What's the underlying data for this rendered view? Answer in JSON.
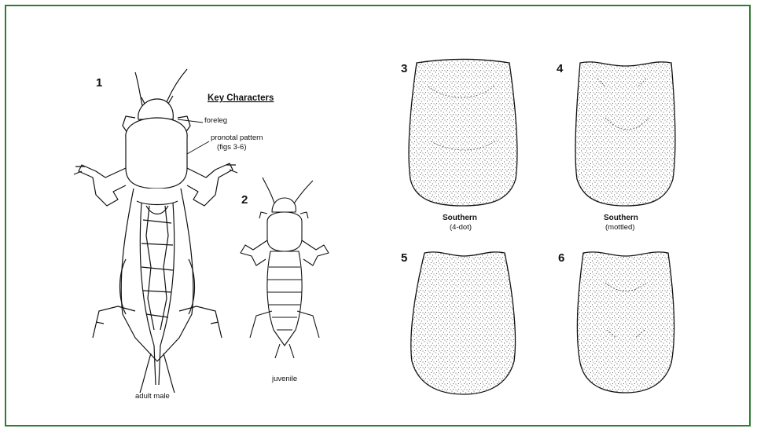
{
  "figure": {
    "key_characters": {
      "heading": "Key Characters",
      "items": [
        "foreleg",
        "pronotal pattern",
        "(figs 3-6)"
      ]
    },
    "labels": {
      "adult_number": "1",
      "adult_caption": "adult male",
      "juvenile_number": "2",
      "juvenile_caption": "juvenile"
    },
    "pronota": [
      {
        "number": "3",
        "name": "Southern",
        "detail": "(4-dot)"
      },
      {
        "number": "4",
        "name": "Southern",
        "detail": "(mottled)"
      },
      {
        "number": "5",
        "name": "",
        "detail": ""
      },
      {
        "number": "6",
        "name": "",
        "detail": ""
      }
    ]
  },
  "colors": {
    "border": "#2e7d32",
    "ink": "#111111",
    "background": "#ffffff"
  }
}
